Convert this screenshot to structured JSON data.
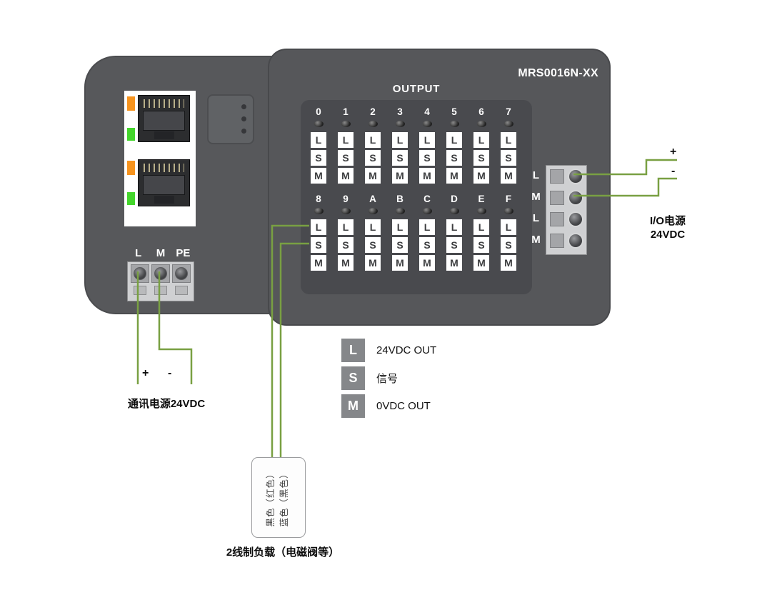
{
  "device": {
    "model": "MRS0016N-XX",
    "output_label": "OUTPUT",
    "comm_terminal_labels": [
      "L",
      "M",
      "PE"
    ],
    "io_terminal_labels": [
      "L",
      "M",
      "L",
      "M"
    ],
    "channel_terminal_letters": [
      "L",
      "S",
      "M"
    ],
    "channel_bank1": [
      "0",
      "1",
      "2",
      "3",
      "4",
      "5",
      "6",
      "7"
    ],
    "channel_bank2": [
      "8",
      "9",
      "A",
      "B",
      "C",
      "D",
      "E",
      "F"
    ]
  },
  "legend": {
    "items": [
      {
        "key": "L",
        "desc": "24VDC OUT"
      },
      {
        "key": "S",
        "desc": "信号"
      },
      {
        "key": "M",
        "desc": "0VDC OUT"
      }
    ]
  },
  "annotations": {
    "io_power": {
      "plus": "+",
      "minus": "-",
      "line1": "I/O电源",
      "line2": "24VDC"
    },
    "comm_power": {
      "plus": "+",
      "minus": "-",
      "label": "通讯电源24VDC"
    },
    "load": {
      "wire_top": "黑色（红色）",
      "wire_bottom": "蓝色（黑色）",
      "label": "2线制负载（电磁阀等）"
    }
  },
  "colors": {
    "body_gray": "#57585b",
    "panel_gray": "#56575a",
    "inner_panel_gray": "#494a4e",
    "connector_gray": "#cfd0d2",
    "wire_green": "#79a042",
    "led_orange": "#f7941e",
    "led_green": "#44d62c",
    "legend_gray": "#85878a"
  }
}
